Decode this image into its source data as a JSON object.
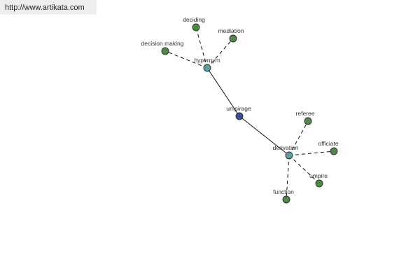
{
  "source_url": "http://www.artikata.com",
  "colors": {
    "center": "#3d4f94",
    "relation": "#5a9fa0",
    "leaf": "#4f8a44",
    "url_box_bg": "#eeeeee"
  },
  "graph": {
    "center": {
      "id": "umpirage",
      "label": "umpirage",
      "type": "center"
    },
    "relations": [
      {
        "id": "hypernym",
        "label": "hypernym",
        "type": "relation",
        "children": [
          {
            "id": "deciding",
            "label": "deciding"
          },
          {
            "id": "mediation",
            "label": "mediation"
          },
          {
            "id": "decision-making",
            "label": "decision making"
          }
        ]
      },
      {
        "id": "derivation",
        "label": "derivation",
        "type": "relation",
        "children": [
          {
            "id": "referee",
            "label": "referee"
          },
          {
            "id": "officiate",
            "label": "officiate"
          },
          {
            "id": "umpire",
            "label": "umpire"
          },
          {
            "id": "function",
            "label": "function"
          }
        ]
      }
    ]
  }
}
